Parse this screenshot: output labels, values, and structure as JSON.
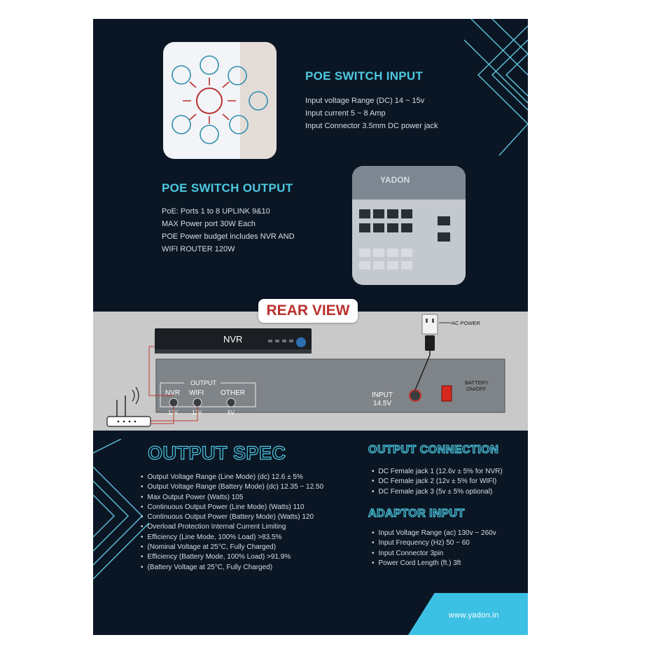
{
  "poe_input": {
    "title": "POE SWITCH INPUT",
    "lines": [
      "Input voltage Range (DC) 14 ~ 15v",
      "Input current 5 ~ 8 Amp",
      "Input Connector 3.5mm DC power jack"
    ]
  },
  "poe_output": {
    "title": "POE SWITCH OUTPUT",
    "lines": [
      "PoE: Ports 1 to 8 UPLINK 9&10",
      "MAX Power port 30W Each",
      "POE Power budget includes NVR AND",
      "WIFI ROUTER 120W"
    ]
  },
  "switch_brand": "YADON",
  "rear_view": {
    "title": "REAR VIEW",
    "nvr_label": "NVR",
    "output_box_label": "OUTPUT",
    "ports": [
      {
        "name": "NVR",
        "voltage": "12V"
      },
      {
        "name": "WIFI",
        "voltage": "12V"
      },
      {
        "name": "OTHER",
        "voltage": "5V"
      }
    ],
    "input_label": "INPUT",
    "input_voltage": "14.5V",
    "ac_power": "AC POWER",
    "battery_label_1": "BATTERY",
    "battery_label_2": "ON/OFF"
  },
  "output_spec": {
    "title": "OUTPUT SPEC",
    "items": [
      "Output Voltage Range (Line Mode) (dc) 12.6 ± 5%",
      "Output Voltage Range (Battery Mode) (dc) 12.35 ~ 12.50",
      "Max Output Power (Watts) 105",
      "Continuous Output Power (Line Mode) (Watts) 110",
      "Continuous Output Power (Battery Mode) (Watts) 120",
      "Overload Protection Internal Current Limiting",
      "Efficiency (Line Mode, 100% Load) >83.5%",
      "(Nominal Voltage at 25°C, Fully Charged)",
      "Efficiency (Battery Mode, 100% Load) >91.9%",
      "(Battery Voltage at 25°C, Fully Charged)"
    ]
  },
  "output_connection": {
    "title": "OUTPUT CONNECTION",
    "items": [
      "DC Female jack 1 (12.6v ± 5% for NVR)",
      "DC Female jack 2 (12v ± 5% for WIFI)",
      "DC Female jack 3 (5v ± 5% optional)"
    ]
  },
  "adaptor_input": {
    "title": "ADAPTOR INPUT",
    "items": [
      "Input Voltage Range (ac) 130v ~ 260v",
      "Input Frequency (Hz) 50 ~ 60",
      "Input Connector 3pin",
      "Power Cord Length (ft.) 3ft"
    ]
  },
  "website": "www.yadon.in",
  "colors": {
    "background": "#0b1624",
    "accent": "#4cc9e0",
    "rear_title": "#b8312f",
    "footer": "#3cc0e4"
  }
}
